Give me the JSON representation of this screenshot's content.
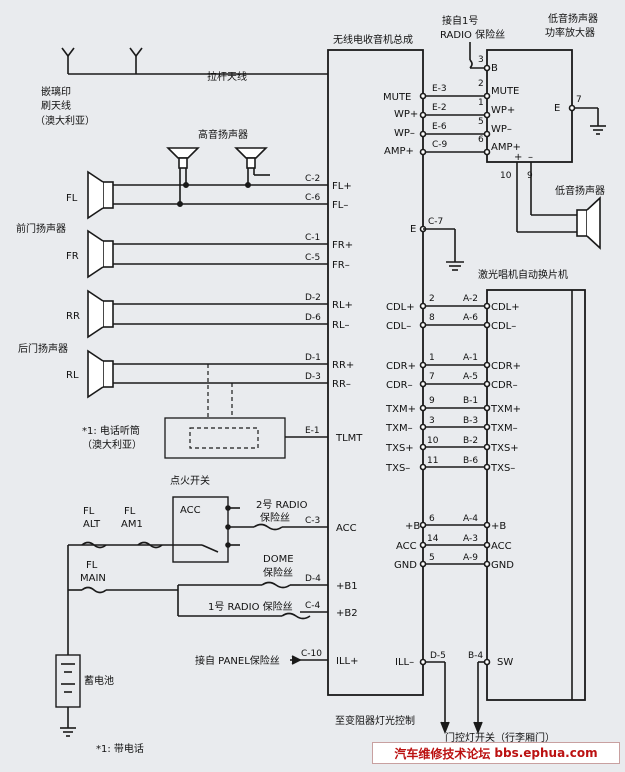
{
  "labels": {
    "radio_unit": "无线电收音机总成",
    "from_radio_fuse_l1": "接自1号",
    "from_radio_fuse_l2": "RADIO 保险丝",
    "subwoofer_amp_l1": "低音扬声器",
    "subwoofer_amp_l2": "功率放大器",
    "subwoofer": "低音扬声器",
    "rod_antenna": "拉杆天线",
    "printed_antenna_l1": "嵌璃印",
    "printed_antenna_l2": "刷天线",
    "printed_antenna_l3": "（澳大利亚）",
    "tweeter": "高音扬声器",
    "front_door_speaker": "前门扬声器",
    "rear_door_speaker": "后门扬声器",
    "cd_changer": "激光唱机自动换片机",
    "phone_handset_l1": "*1: 电话听筒",
    "phone_handset_l2": "（澳大利亚）",
    "ignition_switch": "点火开关",
    "acc": "ACC",
    "radio2_fuse_l1": "2号 RADIO",
    "radio2_fuse_l2": "保险丝",
    "dome_fuse_l1": "DOME",
    "dome_fuse_l2": "保险丝",
    "radio1_fuse": "1号 RADIO 保险丝",
    "fl_alt_l1": "FL",
    "fl_alt_l2": "ALT",
    "fl_am1_l1": "FL",
    "fl_am1_l2": "AM1",
    "fl_main_l1": "FL",
    "fl_main_l2": "MAIN",
    "battery": "蓄电池",
    "from_panel_fuse": "接自 PANEL保险丝",
    "to_rheostat": "至变阻器灯光控制",
    "door_switch": "门控灯开关（行李厢门）",
    "with_phone": "*1: 带电话",
    "spk_fl": "FL",
    "spk_fr": "FR",
    "spk_rr": "RR",
    "spk_rl": "RL"
  },
  "radio_pins": {
    "c2": "C-2",
    "c6": "C-6",
    "c1": "C-1",
    "c5": "C-5",
    "d2": "D-2",
    "d6": "D-6",
    "d1": "D-1",
    "d3": "D-3",
    "e1": "E-1",
    "c3": "C-3",
    "d4": "D-4",
    "c4": "C-4",
    "c10": "C-10",
    "c7": "C-7",
    "d5": "D-5",
    "e3": "E-3",
    "e2": "E-2",
    "e6": "E-6",
    "c9": "C-9"
  },
  "radio_signals": {
    "fl_plus": "FL+",
    "fl_minus": "FL–",
    "fr_plus": "FR+",
    "fr_minus": "FR–",
    "rl_plus": "RL+",
    "rl_minus": "RL–",
    "rr_plus": "RR+",
    "rr_minus": "RR–",
    "tlmt": "TLMT",
    "acc": "ACC",
    "b1": "+B1",
    "b2": "+B2",
    "ill_plus": "ILL+",
    "mute": "MUTE",
    "wp_plus": "WP+",
    "wp_minus": "WP–",
    "amp_plus": "AMP+",
    "e": "E",
    "cdl_plus": "CDL+",
    "cdl_minus": "CDL–",
    "cdr_plus": "CDR+",
    "cdr_minus": "CDR–",
    "txm_plus": "TXM+",
    "txm_minus": "TXM–",
    "txs_plus": "TXS+",
    "txs_minus": "TXS–",
    "b_plus": "+B",
    "acc2": "ACC",
    "gnd": "GND",
    "ill_minus": "ILL–"
  },
  "amp_pins": {
    "b": "B",
    "mute": "MUTE",
    "wp_plus": "WP+",
    "wp_minus": "WP–",
    "amp_plus": "AMP+",
    "e": "E",
    "p3": "3",
    "p2": "2",
    "p1": "1",
    "p5": "5",
    "p6": "6",
    "p7": "7",
    "p10": "10",
    "p9": "9",
    "plus": "+",
    "minus": "–"
  },
  "cd_pins": {
    "a2": "A-2",
    "a6": "A-6",
    "a1": "A-1",
    "a5": "A-5",
    "b1": "B-1",
    "b3": "B-3",
    "b2": "B-2",
    "b6": "B-6",
    "a4": "A-4",
    "a3": "A-3",
    "a9": "A-9",
    "b4": "B-4",
    "cdl_plus": "CDL+",
    "cdl_minus": "CDL–",
    "cdr_plus": "CDR+",
    "cdr_minus": "CDR–",
    "txm_plus": "TXM+",
    "txm_minus": "TXM–",
    "txs_plus": "TXS+",
    "txs_minus": "TXS–",
    "b_plus": "+B",
    "acc": "ACC",
    "gnd": "GND",
    "sw": "SW"
  },
  "wire_nums": {
    "n2": "2",
    "n8": "8",
    "n1": "1",
    "n7": "7",
    "n9": "9",
    "n3": "3",
    "n10": "10",
    "n11": "11",
    "n6": "6",
    "n14": "14",
    "n5": "5"
  },
  "footer": {
    "title": "汽车维修技术论坛",
    "url": "bbs.ephua.com"
  },
  "colors": {
    "ink": "#1a1a1a",
    "paper": "#e9ebee",
    "footer_text": "#b11111"
  }
}
